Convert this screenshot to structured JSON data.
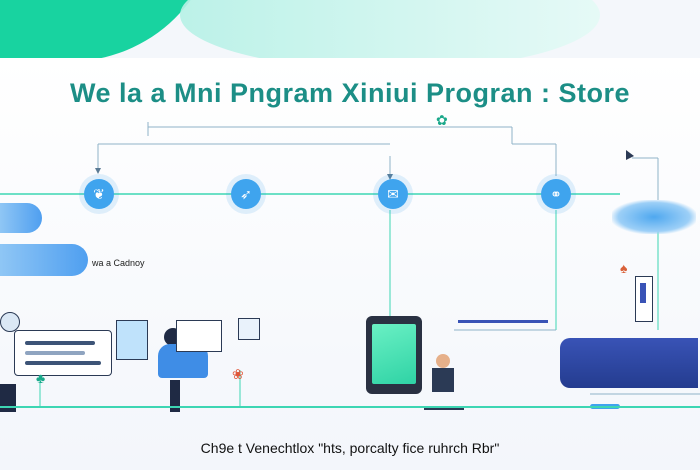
{
  "title": "We la a Mni Pngram Xiniui Progran : Store",
  "caption_left": "wa a Cadnoy",
  "footer_text": "Ch9e t  Venechtlox  \"hts, porcalty  fice  ruhrch  Rbr\"",
  "nodes": [
    {
      "icon": "fish-icon"
    },
    {
      "icon": "rocket-icon"
    },
    {
      "icon": "chat-icon"
    },
    {
      "icon": "link-icon"
    }
  ],
  "colors": {
    "accent": "#1c8e86",
    "line": "#3dd6b3",
    "node": "#3fa4ee",
    "dark_panel": "#2a44a2",
    "tablet_screen": "#3ee0b2"
  }
}
